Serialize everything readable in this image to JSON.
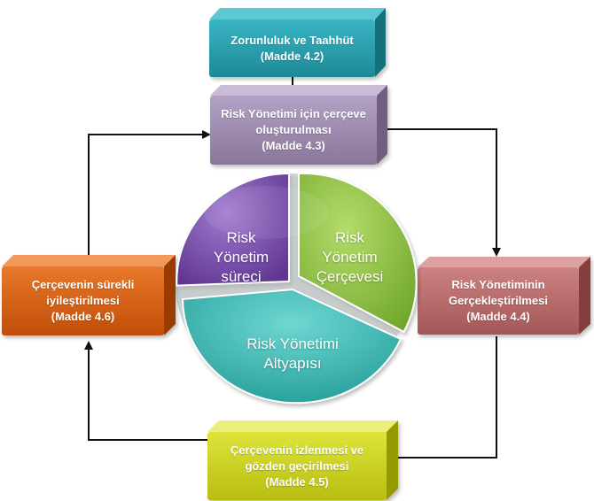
{
  "boxes": {
    "commitment": {
      "line1": "Zorunluluk ve Taahhüt",
      "line2": "(Madde 4.2)",
      "color": "#2aa0b0"
    },
    "design": {
      "line1": "Risk Yönetimi için çerçeve",
      "line2": "oluşturulması",
      "line3": "(Madde 4.3)",
      "color": "#9c88b0"
    },
    "implement": {
      "line1": "Risk Yönetiminin",
      "line2": "Gerçekleştirilmesi",
      "line3": "(Madde 4.4)",
      "color": "#b86b6b"
    },
    "monitor": {
      "line1": "Çerçevenin izlenmesi ve",
      "line2": "gözden geçirilmesi",
      "line3": "(Madde 4.5)",
      "color": "#cfd41a"
    },
    "improve": {
      "line1": "Çerçevenin sürekli",
      "line2": "iyileştirilmesi",
      "line3": "(Madde 4.6)",
      "color": "#d95f10"
    }
  },
  "pie": {
    "process": {
      "line1": "Risk",
      "line2": "Yönetim",
      "line3": "süreci",
      "color": "#7b4fb0"
    },
    "framework": {
      "line1": "Risk",
      "line2": "Yönetim",
      "line3": "Çerçevesi",
      "color": "#8fc23a"
    },
    "infrastructure": {
      "line1": "Risk Yönetimi",
      "line2": "Altyapısı",
      "color": "#33b8b3"
    }
  }
}
